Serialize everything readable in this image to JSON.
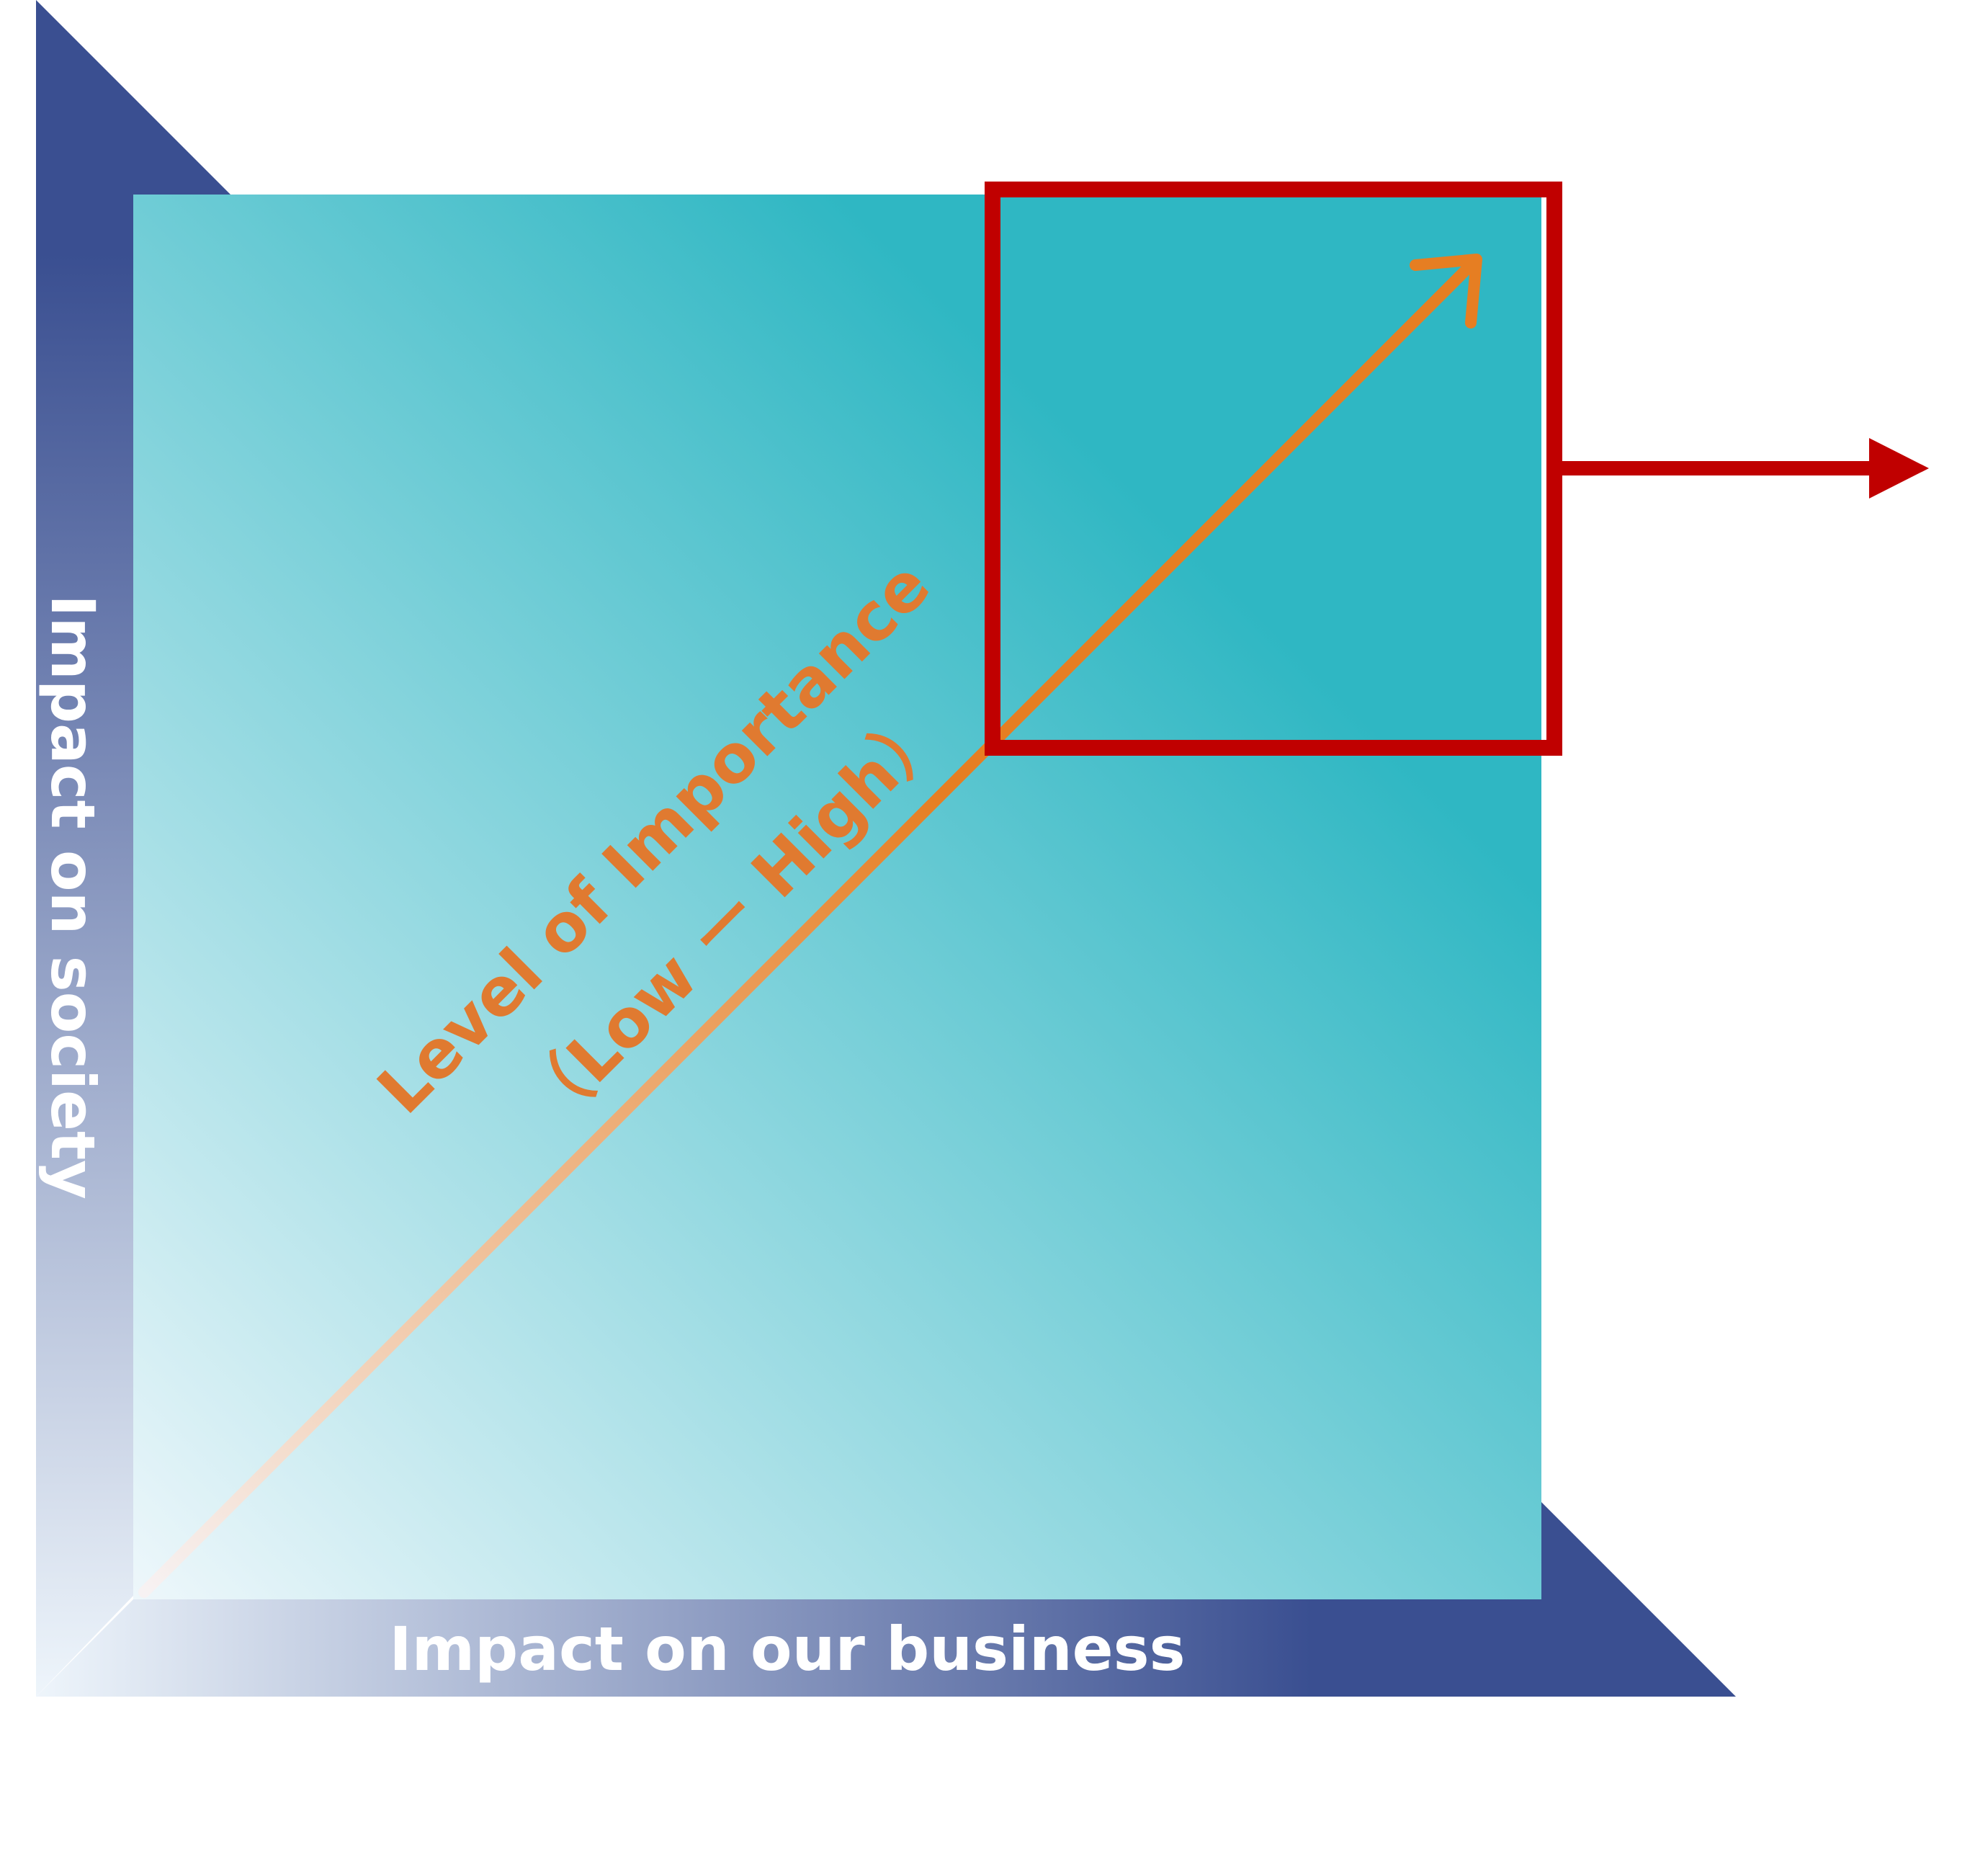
{
  "axes": {
    "x_label": "Impact on our business",
    "y_label": "Impact on society"
  },
  "importance": {
    "line1": "Level of Importance",
    "line2": "（Low ー High）"
  },
  "colors": {
    "axis_dark": "#3a4f91",
    "axis_light": "#eef5fb",
    "matrix_dark": "#2fb7c3",
    "matrix_light": "#eef7fb",
    "importance_arrow": "#e67e22",
    "highlight_box": "#c00000",
    "label_text": "#ffffff"
  }
}
